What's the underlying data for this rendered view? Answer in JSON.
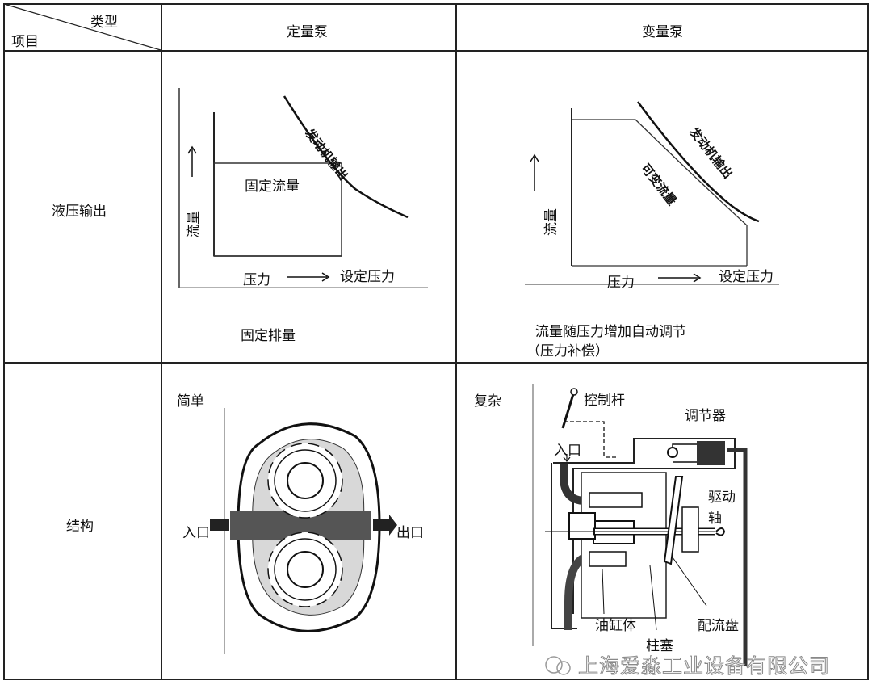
{
  "header": {
    "type_label": "类型",
    "item_label": "项目",
    "col_fixed": "定量泵",
    "col_variable": "变量泵"
  },
  "rows": {
    "hydraulic_output": "液压输出",
    "structure": "结构"
  },
  "fixed_chart": {
    "curve_label": "发动机输出",
    "area_label": "固定流量",
    "ylabel": "流量",
    "xlabel": "压力",
    "set_pressure": "设定压力",
    "caption": "固定排量"
  },
  "variable_chart": {
    "curve_label": "发动机输出",
    "area_label": "可变流量",
    "ylabel": "流量",
    "xlabel": "压力",
    "set_pressure": "设定压力",
    "caption_1": "流量随压力增加自动调节",
    "caption_2": "（压力补偿）"
  },
  "fixed_structure": {
    "complexity": "简单",
    "inlet": "入口",
    "outlet": "出口"
  },
  "variable_structure": {
    "complexity": "复杂",
    "control_lever": "控制杆",
    "regulator": "调节器",
    "inlet": "入口",
    "drive_shaft_1": "驱动",
    "drive_shaft_2": "轴",
    "cylinder": "油缸体",
    "piston": "柱塞",
    "valve_plate": "配流盘"
  },
  "watermark": "上海爱淼工业设备有限公司"
}
